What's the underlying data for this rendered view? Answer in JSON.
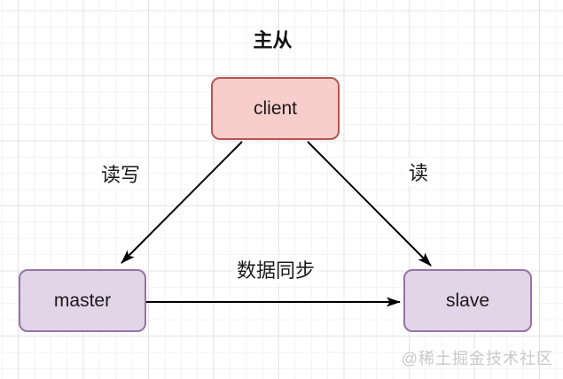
{
  "diagram": {
    "title": "主从",
    "nodes": [
      {
        "id": "client",
        "label": "client",
        "fill": "#f8cecc",
        "stroke": "#b85450"
      },
      {
        "id": "master",
        "label": "master",
        "fill": "#e1d5e7",
        "stroke": "#9673a6"
      },
      {
        "id": "slave",
        "label": "slave",
        "fill": "#e1d5e7",
        "stroke": "#9673a6"
      }
    ],
    "edges": [
      {
        "from": "client",
        "to": "master",
        "label": "读写"
      },
      {
        "from": "client",
        "to": "slave",
        "label": "读"
      },
      {
        "from": "master",
        "to": "slave",
        "label": "数据同步"
      }
    ],
    "edge_color": "#000000",
    "watermark": "@稀土掘金技术社区"
  }
}
